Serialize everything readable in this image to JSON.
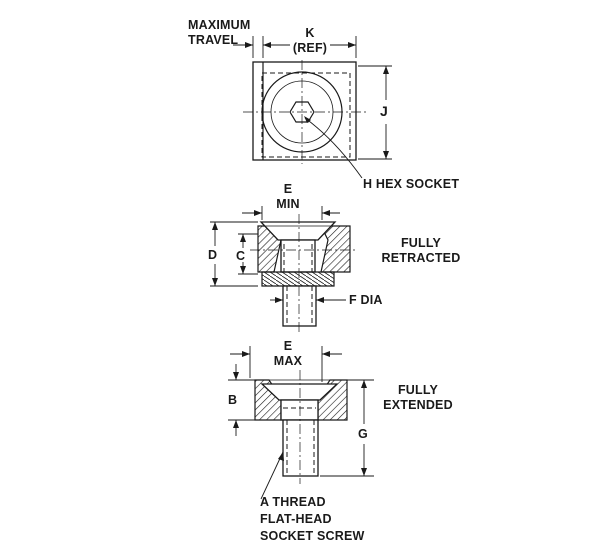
{
  "labels": {
    "maximum_travel_line1": "MAXIMUM",
    "maximum_travel_line2": "TRAVEL",
    "k": "K",
    "k_ref": "(REF)",
    "j": "J",
    "h_hex_socket": "H HEX SOCKET",
    "e_min_e": "E",
    "e_min_min": "MIN",
    "d": "D",
    "c": "C",
    "fully_retracted_line1": "FULLY",
    "fully_retracted_line2": "RETRACTED",
    "f_dia": "F DIA",
    "e_max_e": "E",
    "e_max_max": "MAX",
    "b": "B",
    "g": "G",
    "fully_extended_line1": "FULLY",
    "fully_extended_line2": "EXTENDED",
    "a_thread_line1": "A THREAD",
    "a_thread_line2": "FLAT-HEAD",
    "a_thread_line3": "SOCKET SCREW"
  },
  "colors": {
    "ink": "#1a1a1a",
    "background": "#ffffff"
  }
}
